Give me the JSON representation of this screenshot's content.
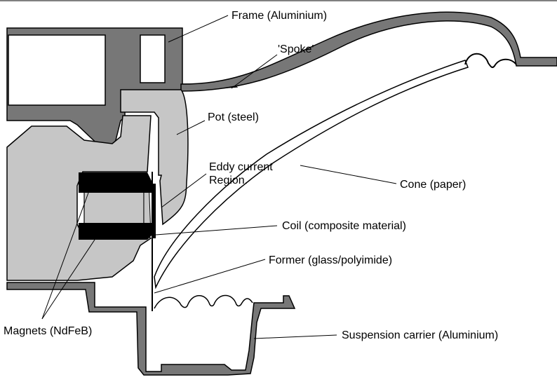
{
  "labels": {
    "frame": "Frame (Aluminium)",
    "spoke": "'Spoke'",
    "pot": "Pot (steel)",
    "eddy_line1": "Eddy current",
    "eddy_line2": "Region.",
    "cone": "Cone (paper)",
    "coil": "Coil (composite material)",
    "former": "Former (glass/polyimide)",
    "magnets": "Magnets (NdFeB)",
    "suspension": "Suspension carrier (Aluminium)"
  },
  "colors": {
    "frame_fill": "#777777",
    "pot_fill": "#c6c6c6",
    "magnet_fill": "#000000",
    "outline": "#000000",
    "background": "#ffffff"
  }
}
